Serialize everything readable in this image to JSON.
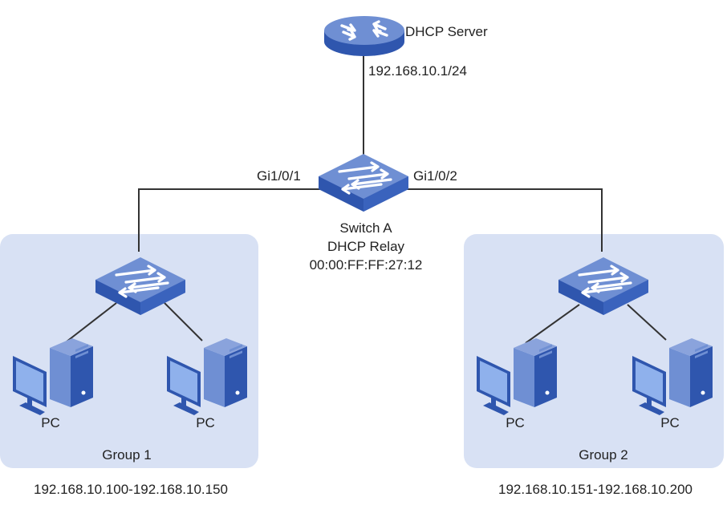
{
  "server": {
    "name": "DHCP Server",
    "ip": "192.168.10.1/24",
    "icon": "router-icon"
  },
  "switch_a": {
    "name": "Switch A",
    "role": "DHCP Relay",
    "mac": "00:00:FF:FF:27:12",
    "port_left": "Gi1/0/1",
    "port_right": "Gi1/0/2",
    "icon": "switch-icon"
  },
  "group1": {
    "name": "Group 1",
    "range": "192.168.10.100-192.168.10.150",
    "pc1": "PC",
    "pc2": "PC"
  },
  "group2": {
    "name": "Group 2",
    "range": "192.168.10.151-192.168.10.200",
    "pc1": "PC",
    "pc2": "PC"
  },
  "colors": {
    "device_top": "#6f8fd3",
    "device_side": "#2f56ae",
    "group_bg": "#d8e1f4",
    "line": "#333333",
    "text": "#222222"
  }
}
